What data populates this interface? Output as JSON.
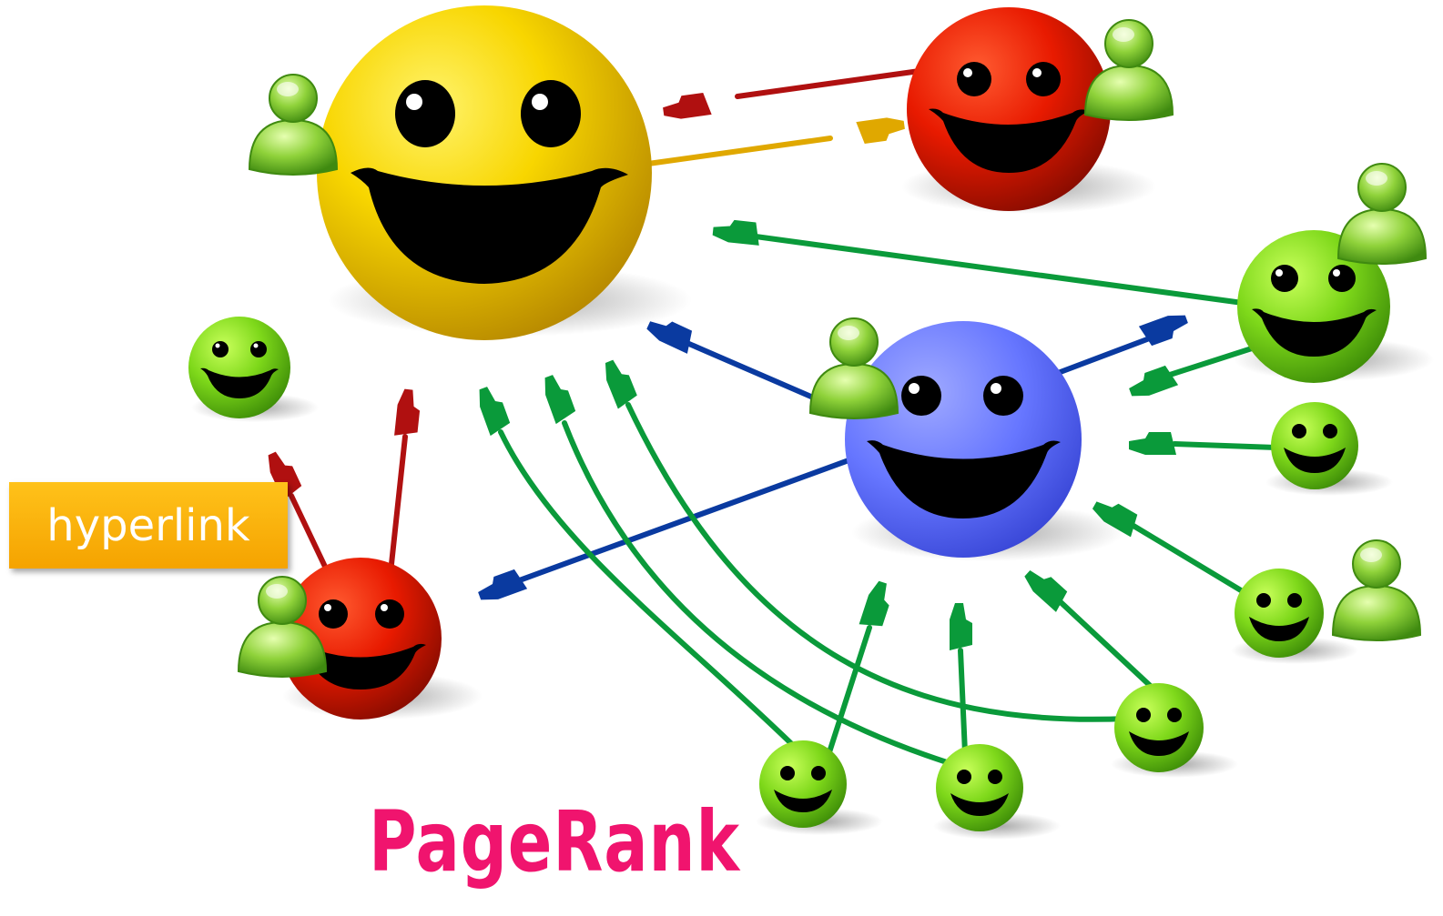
{
  "labels": {
    "hyperlink": "hyperlink",
    "title": "PageRank"
  },
  "colors": {
    "yellow": "#f5c400",
    "red": "#e51a00",
    "blue": "#6a78ff",
    "green": "#7fd61a",
    "link_green": "#0a9a3a",
    "link_blue": "#0a3aa0",
    "link_red": "#b01010",
    "link_gold": "#e0a800",
    "title_pink": "#f0146e",
    "callout_orange": "#f8b000"
  },
  "nodes": [
    {
      "id": "yellow-big",
      "color": "yellow",
      "size": "large",
      "has_user_icon": true
    },
    {
      "id": "red-top",
      "color": "red",
      "size": "medium",
      "has_user_icon": true
    },
    {
      "id": "green-right",
      "color": "green",
      "size": "medium",
      "has_user_icon": true
    },
    {
      "id": "blue-center",
      "color": "blue",
      "size": "medium",
      "has_user_icon": true
    },
    {
      "id": "red-bottom",
      "color": "red",
      "size": "small",
      "has_user_icon": true
    },
    {
      "id": "green-left",
      "color": "green",
      "size": "small",
      "has_user_icon": false
    },
    {
      "id": "green-mid-right",
      "color": "green",
      "size": "small",
      "has_user_icon": false
    },
    {
      "id": "green-low-right",
      "color": "green",
      "size": "small",
      "has_user_icon": true
    },
    {
      "id": "green-bottom-right",
      "color": "green",
      "size": "small",
      "has_user_icon": false
    },
    {
      "id": "green-bottom-a",
      "color": "green",
      "size": "small",
      "has_user_icon": false
    },
    {
      "id": "green-bottom-b",
      "color": "green",
      "size": "small",
      "has_user_icon": false
    }
  ],
  "links": [
    {
      "from": "red-top",
      "to": "yellow-big",
      "color": "link_red"
    },
    {
      "from": "yellow-big",
      "to": "red-top",
      "color": "link_gold"
    },
    {
      "from": "green-right",
      "to": "yellow-big",
      "color": "link_green"
    },
    {
      "from": "blue-center",
      "to": "yellow-big",
      "color": "link_blue"
    },
    {
      "from": "blue-center",
      "to": "red-bottom",
      "color": "link_blue"
    },
    {
      "from": "blue-center",
      "to": "green-right",
      "color": "link_blue"
    },
    {
      "from": "green-right",
      "to": "blue-center",
      "color": "link_green"
    },
    {
      "from": "green-mid-right",
      "to": "blue-center",
      "color": "link_green"
    },
    {
      "from": "green-low-right",
      "to": "blue-center",
      "color": "link_green"
    },
    {
      "from": "green-bottom-right",
      "to": "blue-center",
      "color": "link_green"
    },
    {
      "from": "green-bottom-a",
      "to": "blue-center",
      "color": "link_green"
    },
    {
      "from": "green-bottom-b",
      "to": "blue-center",
      "color": "link_green"
    },
    {
      "from": "red-bottom",
      "to": "yellow-big",
      "color": "link_red"
    },
    {
      "from": "green-bottom-a",
      "to": "yellow-big",
      "color": "link_green"
    },
    {
      "from": "green-bottom-b",
      "to": "yellow-big",
      "color": "link_green"
    },
    {
      "from": "green-bottom-right",
      "to": "yellow-big",
      "color": "link_green"
    }
  ]
}
